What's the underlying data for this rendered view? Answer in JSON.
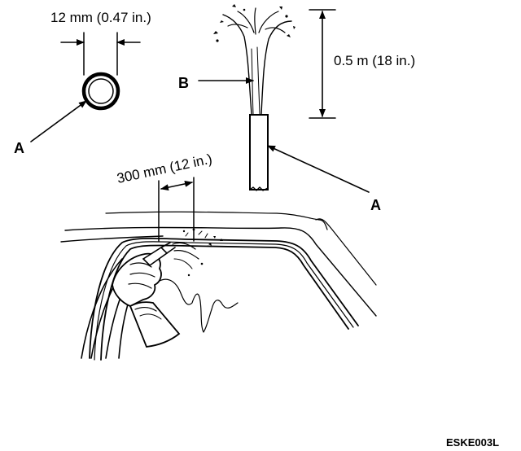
{
  "labels": {
    "hose_diameter": "12 mm (0.47 in.)",
    "spray_height": "0.5 m (18 in.)",
    "nozzle_distance": "300 mm (12 in.)",
    "callout_a_hose_section": "A",
    "callout_a_hose": "A",
    "callout_b_water": "B",
    "figure_code": "ESKE003L"
  },
  "colors": {
    "ink": "#000000",
    "paper": "#ffffff"
  }
}
